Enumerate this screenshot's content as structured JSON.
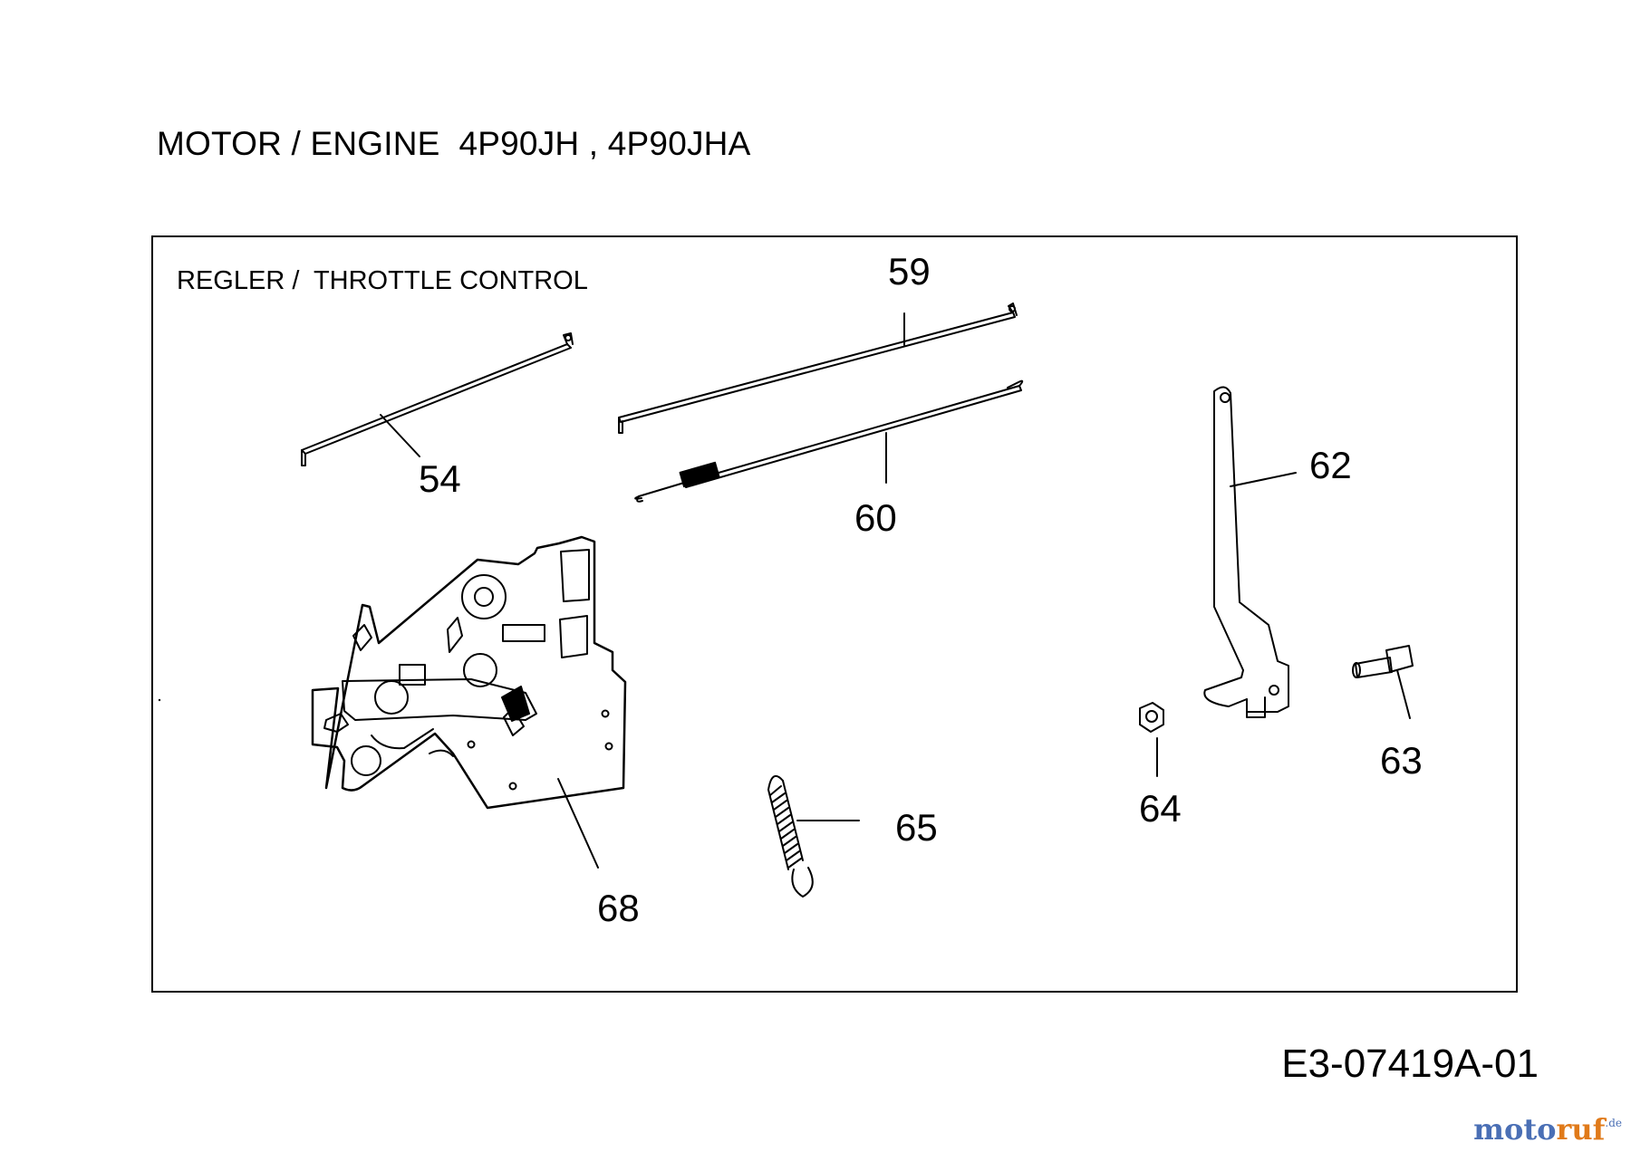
{
  "header": {
    "title": "MOTOR / ENGINE  4P90JH , 4P90JHA"
  },
  "section": {
    "title": "REGLER /  THROTTLE CONTROL"
  },
  "callouts": {
    "c54": "54",
    "c59": "59",
    "c60": "60",
    "c62": "62",
    "c63": "63",
    "c64": "64",
    "c65": "65",
    "c68": "68"
  },
  "footer": {
    "doc_code": "E3-07419A-01"
  },
  "watermark": {
    "part_a": "moto",
    "part_b": "ruf",
    "suffix": ".de"
  },
  "colors": {
    "watermark_blue": "#4a6fb5",
    "watermark_orange": "#e07a1a"
  }
}
